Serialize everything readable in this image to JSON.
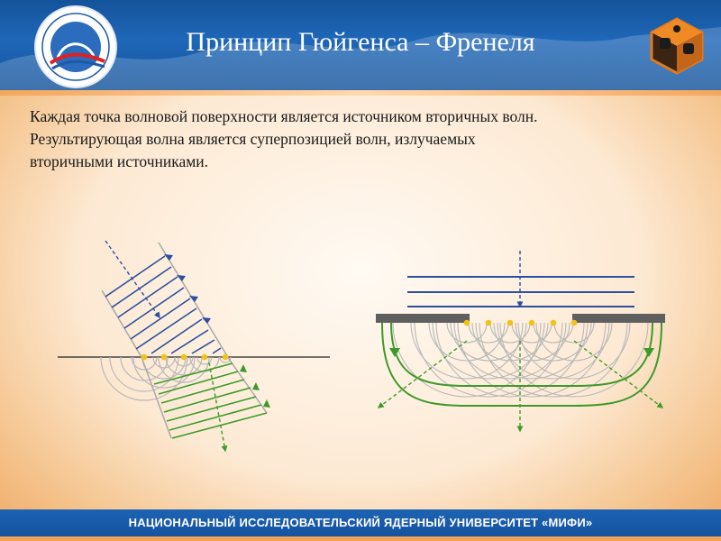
{
  "slide": {
    "title": "Принцип Гюйгенса – Френеля",
    "body_lines": [
      "Каждая точка волновой поверхности является источником вторичных волн.",
      "Результирующая волна является суперпозицией волн, излучаемых",
      "вторичными источниками."
    ],
    "footer": "НАЦИОНАЛЬНЫЙ ИССЛЕДОВАТЕЛЬСКИЙ ЯДЕРНЫЙ УНИВЕРСИТЕТ «МИФИ»"
  },
  "colors": {
    "header_blue": "#1a5fae",
    "incident_wave": "#2c4f9e",
    "refracted_wave": "#3d9a2a",
    "secondary_source": "#f2c21b",
    "wavelet_gray": "#b8b8b8",
    "screen_gray": "#5f5f5f"
  },
  "icons": [
    "mephi-emblem-icon",
    "cube-logo-icon"
  ]
}
